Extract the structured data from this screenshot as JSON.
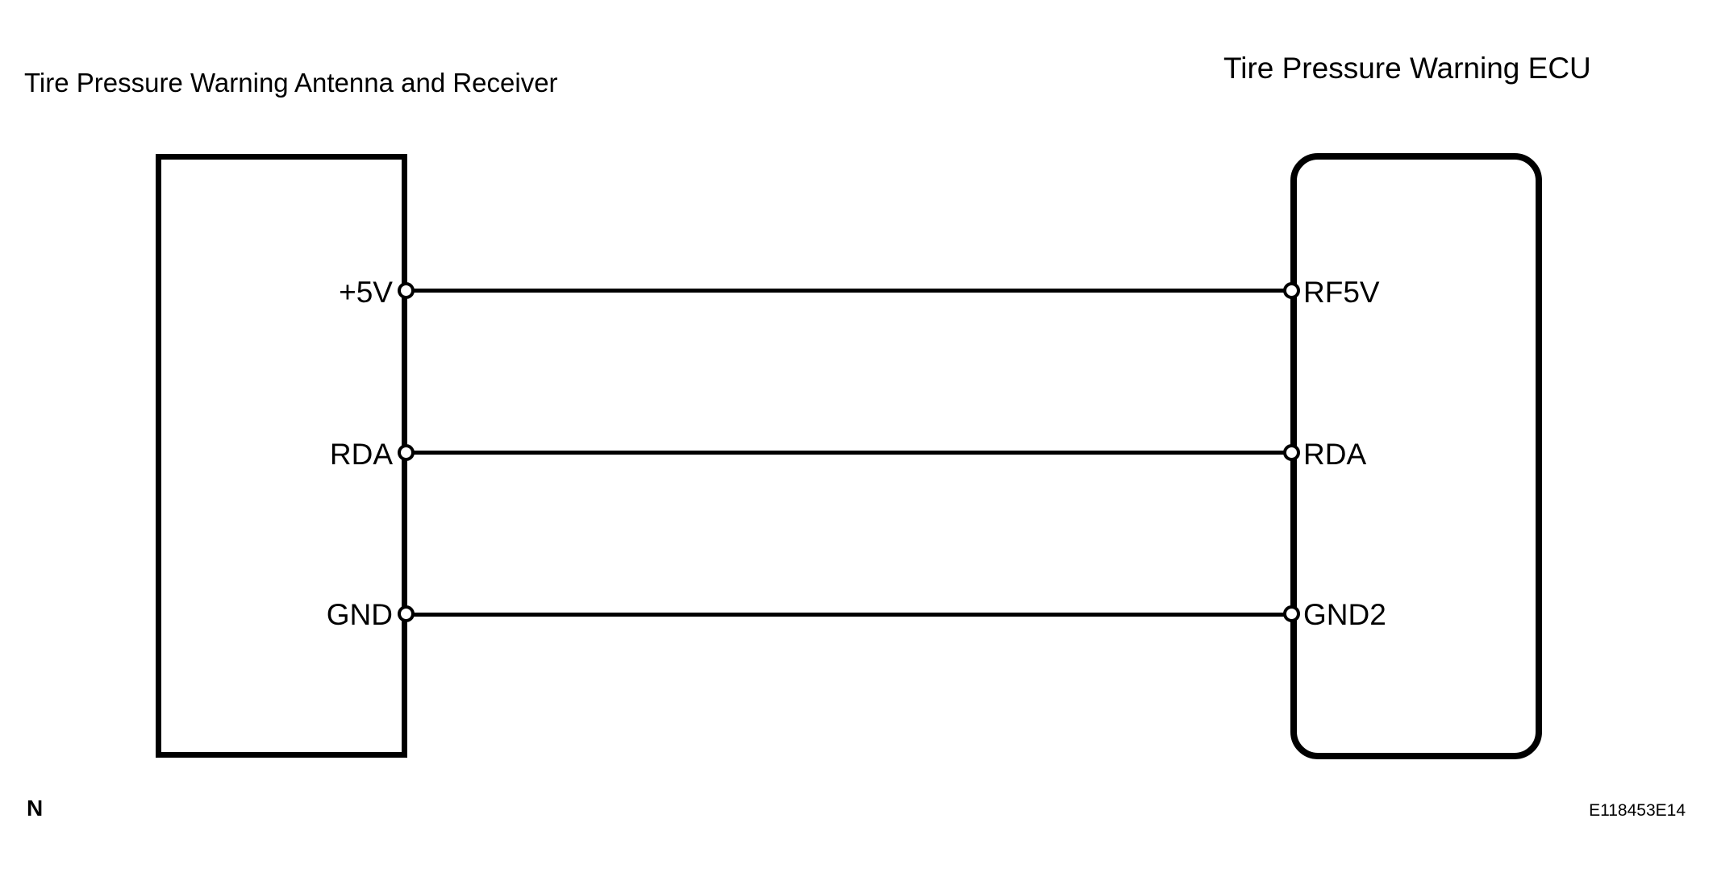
{
  "diagram": {
    "type": "wiring-diagram",
    "colors": {
      "line": "#000000",
      "background": "#ffffff"
    },
    "left_component": {
      "title": "Tire Pressure Warning Antenna and Receiver",
      "pins": [
        {
          "label": "+5V"
        },
        {
          "label": "RDA"
        },
        {
          "label": "GND"
        }
      ]
    },
    "right_component": {
      "title": "Tire Pressure Warning ECU",
      "pins": [
        {
          "label": "RF5V"
        },
        {
          "label": "RDA"
        },
        {
          "label": "GND2"
        }
      ]
    },
    "connections": [
      {
        "from": "+5V",
        "to": "RF5V"
      },
      {
        "from": "RDA",
        "to": "RDA"
      },
      {
        "from": "GND",
        "to": "GND2"
      }
    ],
    "footer": {
      "note": "N",
      "figure_code": "E118453E14"
    }
  }
}
